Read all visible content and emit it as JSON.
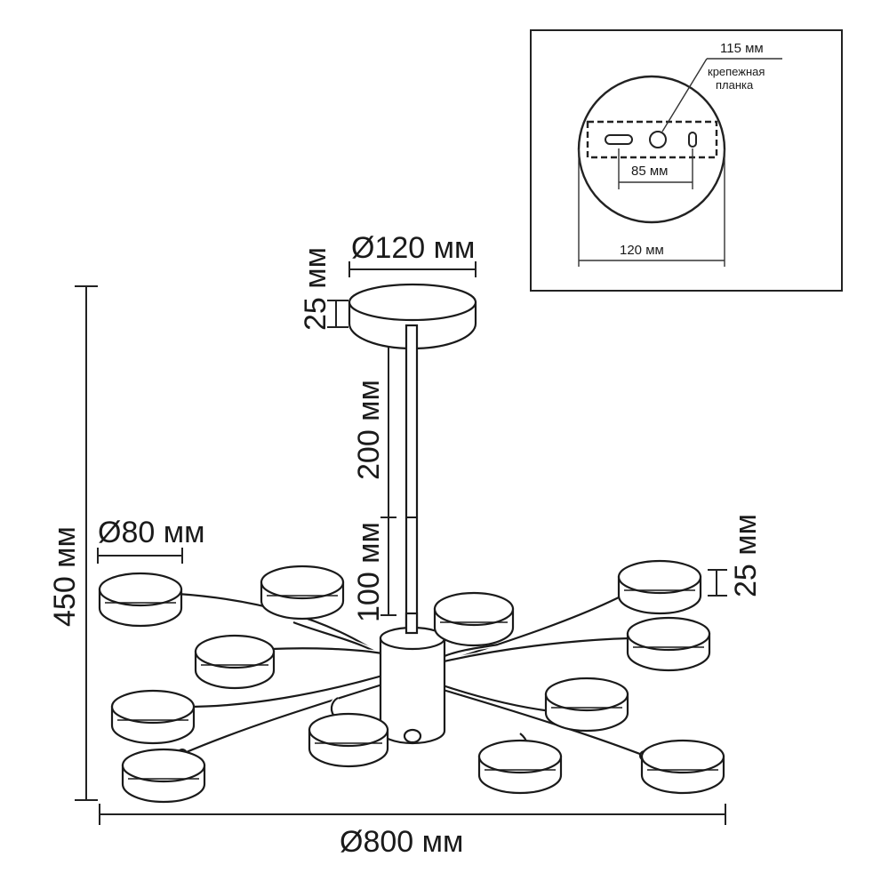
{
  "labels": {
    "canopy_diameter": "Ø120 мм",
    "canopy_height": "25 мм",
    "rod_length": "200 мм",
    "rod_extension": "100 мм",
    "total_height": "450 мм",
    "shade_diameter": "Ø80 мм",
    "shade_height": "25 мм",
    "total_diameter": "Ø800 мм"
  },
  "inset": {
    "hole_spacing": "115 мм",
    "bracket_line1": "крепежная",
    "bracket_line2": "планка",
    "slot_spacing": "85 мм",
    "plate_width": "120 мм"
  }
}
